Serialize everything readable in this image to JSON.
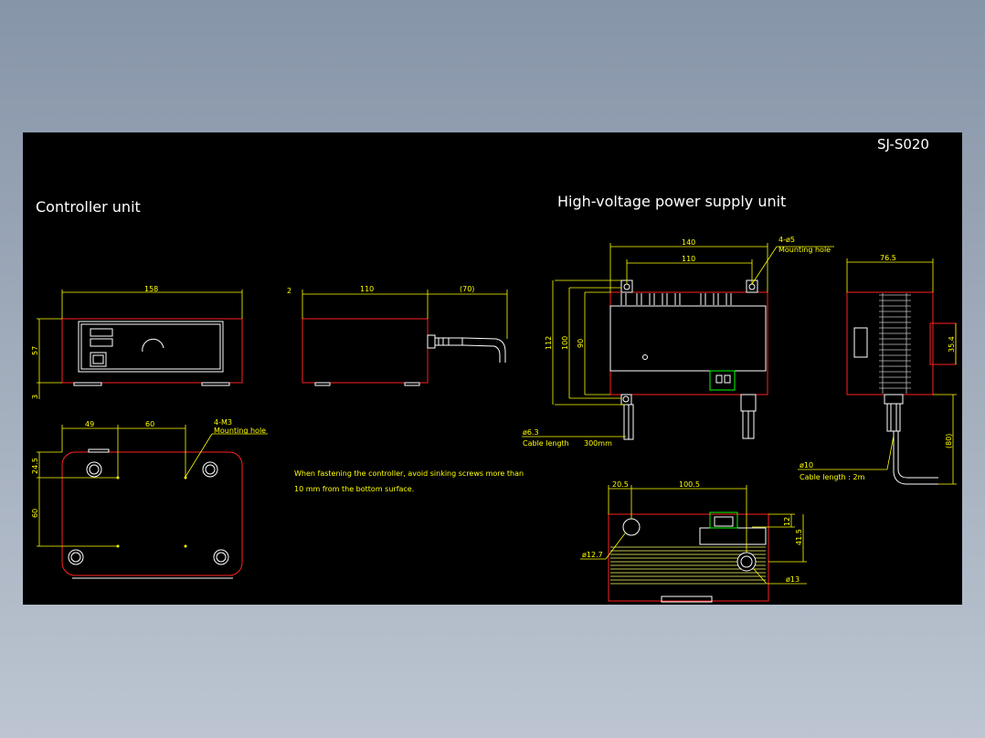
{
  "drawing": {
    "id": "SJ-S020",
    "controller_title": "Controller unit",
    "hv_title": "High-voltage power supply unit",
    "note_line1": "When fastening the controller, avoid sinking screws more than",
    "note_line2": "10 mm from the bottom surface.",
    "colors": {
      "background": "#000000",
      "outline": "#ff2020",
      "dimension": "#ffff00",
      "detail": "#ffffff",
      "connector": "#00ff00"
    }
  },
  "controller_front": {
    "width_dim": "158",
    "height_dim": "57",
    "foot_dim": "3"
  },
  "controller_side": {
    "lip_dim": "2",
    "depth_dim": "110",
    "cable_dim": "(70)"
  },
  "controller_bottom": {
    "dim_49": "49",
    "dim_60_h": "60",
    "dim_24_5": "24.5",
    "dim_60_v": "60",
    "holes_label": "4-M3",
    "holes_sub": "Mounting hole"
  },
  "hv_front": {
    "width_dim": "140",
    "hole_pitch": "110",
    "h112": "112",
    "h100": "100",
    "h90": "90",
    "holes_label": "4-ø5",
    "holes_sub": "Mounting hole",
    "cable_dia": "ø6.3",
    "cable_len_label": "Cable length",
    "cable_len": "300mm"
  },
  "hv_side": {
    "width_dim": "76.5",
    "boss_dim": "35.4",
    "cable_dim": "(80)",
    "cable_dia": "ø10",
    "cable_len": "Cable length : 2m"
  },
  "hv_bottom": {
    "dim_20_5": "20.5",
    "dim_100_5": "100.5",
    "dim_12": "12",
    "dim_41_5": "41.5",
    "hole_a": "ø12.7",
    "hole_b": "ø13"
  }
}
